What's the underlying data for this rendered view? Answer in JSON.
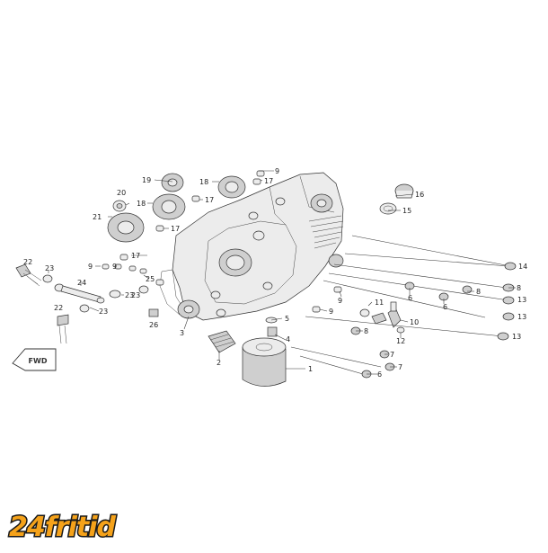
{
  "diagram": {
    "callouts": [
      "1",
      "2",
      "3",
      "4",
      "5",
      "6",
      "6",
      "6",
      "7",
      "7",
      "8",
      "8",
      "8",
      "9",
      "9",
      "9",
      "9",
      "10",
      "11",
      "12",
      "13",
      "13",
      "13",
      "14",
      "15",
      "16",
      "17",
      "17",
      "17",
      "17",
      "18",
      "18",
      "19",
      "20",
      "21",
      "22",
      "23",
      "23",
      "23",
      "24",
      "25",
      "26"
    ],
    "direction_marker": "FWD"
  },
  "brand": {
    "logo_text": "24fritid"
  },
  "colors": {
    "logo_fill": "#f5a21a",
    "logo_outline": "#1a1a1a",
    "line": "#333333"
  }
}
